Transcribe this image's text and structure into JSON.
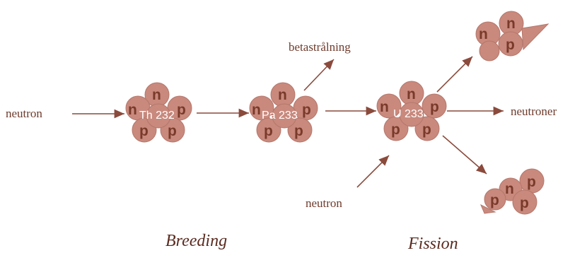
{
  "labels": {
    "neutron_in": "neutron",
    "beta": "betastrålning",
    "neutrons_out": "neutroner",
    "neutron_lower": "neutron"
  },
  "nuclei": {
    "th": "Th 232",
    "pa": "Pa 233",
    "u": "U 233"
  },
  "particles": {
    "neutron": "n",
    "proton": "p"
  },
  "captions": {
    "breeding": "Breeding",
    "fission": "Fission"
  },
  "colors": {
    "ball": "#c9897d",
    "arrow": "#8a4a3c",
    "text": "#6e3b2c"
  }
}
